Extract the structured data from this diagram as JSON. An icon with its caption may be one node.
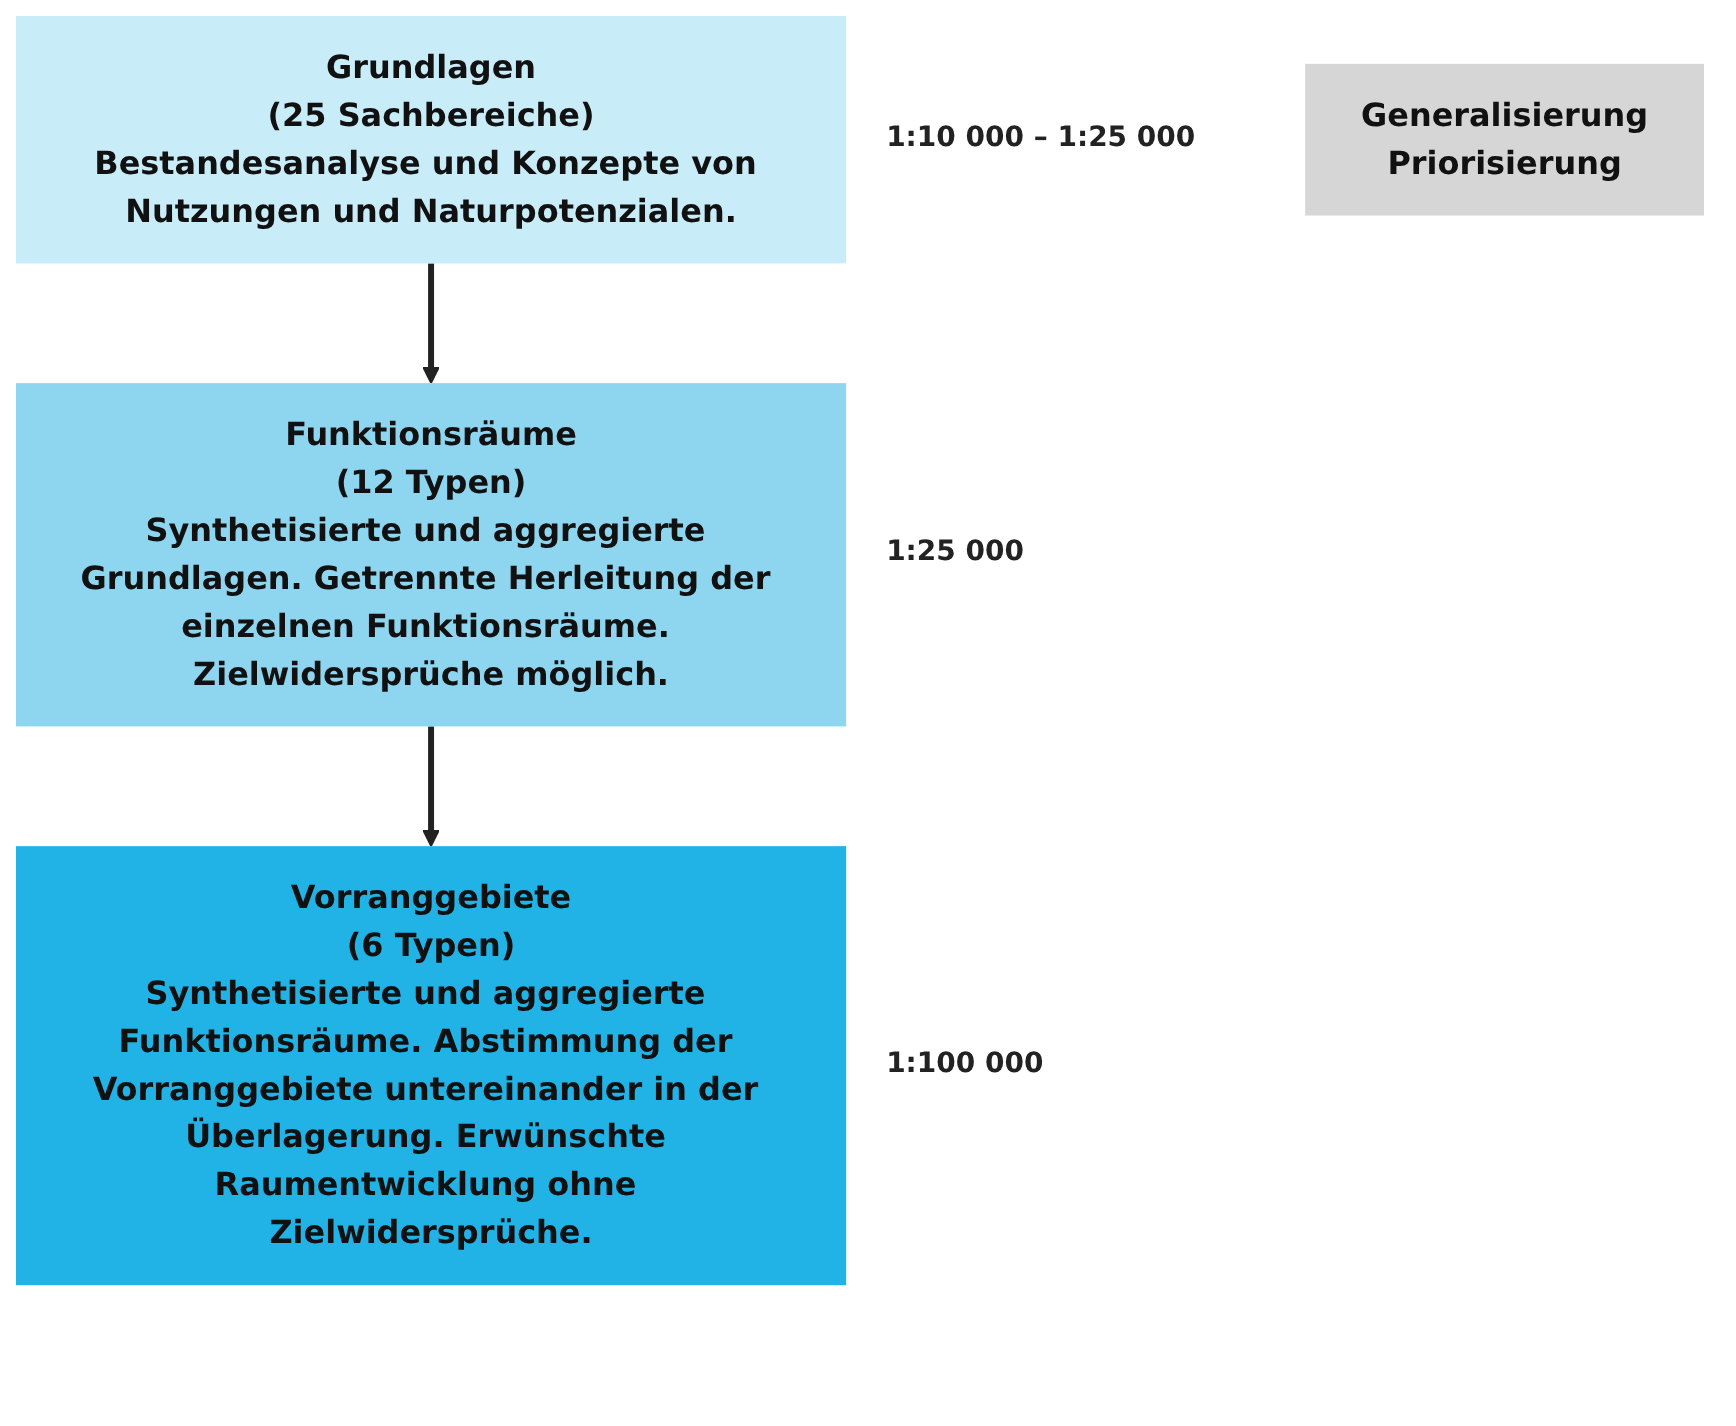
{
  "diagram": {
    "nodes": [
      {
        "text": [
          "Grundlagen",
          "(25 Sachbereiche)",
          "Bestandesanalyse und Konzepte von Nutzungen und Naturpotenzialen."
        ],
        "beside": [
          "1:10 000 – 1:25 000"
        ]
      },
      {
        "text": [
          "Funktionsräume",
          "(12 Typen)",
          "Synthetisierte und aggregierte Grundlagen. Getrennte Herleitung der einzelnen Funktionsräume. Zielwidersprüche möglich."
        ],
        "beside": [
          "1:25 000"
        ]
      },
      {
        "text": [
          "Vorranggebiete",
          "(6 Typen)",
          "Synthetisierte und aggregierte Funktionsräume. Abstimmung der Vorranggebiete untereinander in der Überlagerung. Erwünschte Raumentwicklung ohne Zielwidersprüche."
        ],
        "beside": [
          "1:100 000"
        ]
      },
      {
        "text": [
          "Generalisierung",
          "Priorisierung"
        ]
      }
    ],
    "edges": [
      {
        "from": 0,
        "to": 1,
        "arrow": "to"
      },
      {
        "from": 1,
        "to": 2,
        "arrow": "to"
      }
    ]
  }
}
